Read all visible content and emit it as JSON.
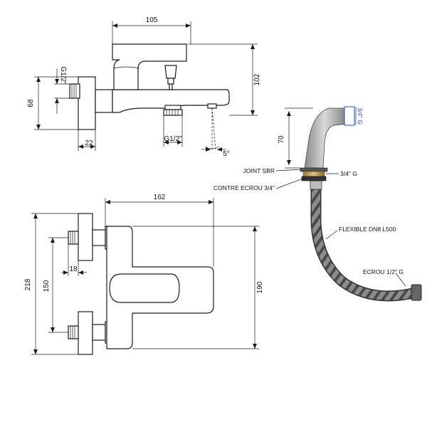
{
  "top_view": {
    "dim_width": "105",
    "dim_height": "102",
    "dim_flange": "68",
    "dim_depth": "22",
    "inlet_thread": "G1/2\"",
    "outlet_thread": "G1/2\"",
    "tilt_angle": "5°"
  },
  "front_view": {
    "dim_width": "162",
    "dim_height": "190",
    "dim_overall": "218",
    "dim_centers": "150",
    "dim_thread": "18"
  },
  "hose_detail": {
    "dim_height": "70",
    "outlet_thread": "3/4\" G",
    "joint_label": "JOINT SBR",
    "lock_nut_label": "CONTRE ECROU 3/4\"",
    "inlet_thread": "3/4\" G",
    "hose_label": "FLEXIBLE DN8 L500",
    "end_nut_label": "ECROU 1/2\" G"
  },
  "colors": {
    "line": "#1a1a1a",
    "dimension_accent": "#2244cc",
    "brass_nut": "#c9a85a",
    "hose_braid": "#6e6e6e"
  }
}
